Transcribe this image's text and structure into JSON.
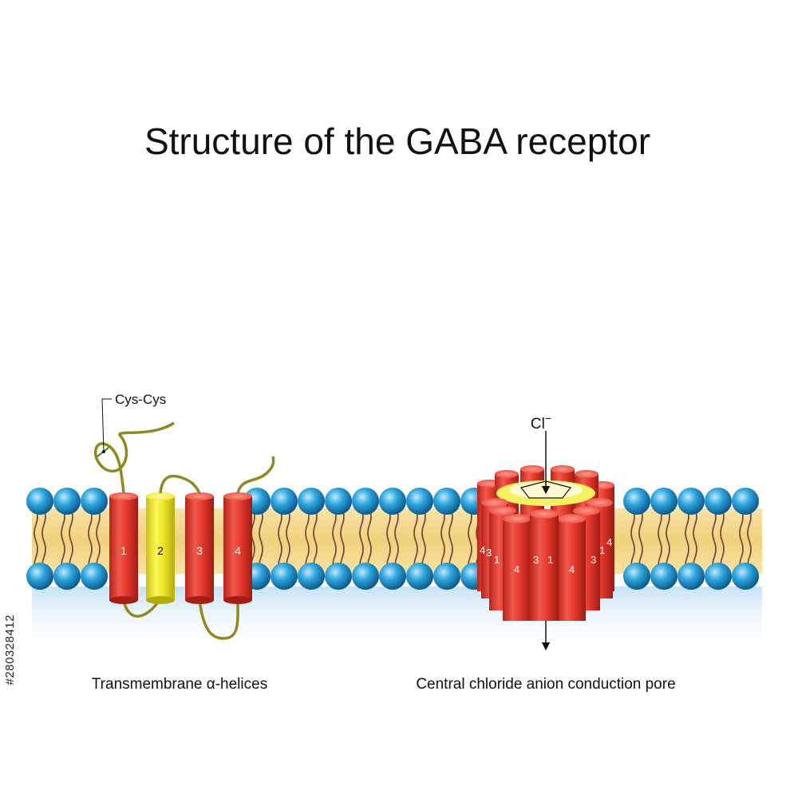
{
  "title": "Structure of the GABA receptor",
  "labels": {
    "cys": "Cys-Cys",
    "chloride": "Cl",
    "chloride_charge": "−",
    "helices_caption": "Transmembrane α-helices",
    "pore_caption": "Central chloride anion conduction pore"
  },
  "helices": [
    {
      "number": "1",
      "color": "red"
    },
    {
      "number": "2",
      "color": "yellow"
    },
    {
      "number": "3",
      "color": "red"
    },
    {
      "number": "4",
      "color": "red"
    }
  ],
  "pore_numbers": [
    "4",
    "3",
    "1",
    "4",
    "3",
    "1",
    "4",
    "3",
    "1",
    "4"
  ],
  "side_code": "#280328412",
  "colors": {
    "lipid_head": "#2a9fd8",
    "lipid_core": "#f3d78a",
    "helix_red": "#e8473a",
    "helix_yellow": "#f2ea2a",
    "loop": "#8f8a20",
    "cytoplasm": "#d7ebf8"
  }
}
